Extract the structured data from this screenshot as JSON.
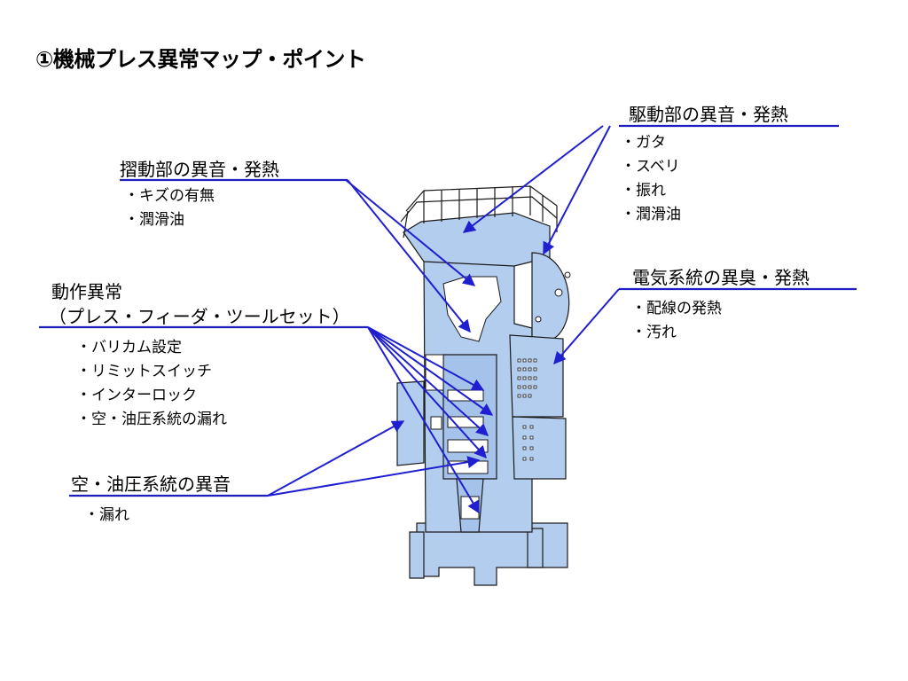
{
  "title": "①機械プレス異常マップ・ポイント",
  "callouts": {
    "drive": {
      "label": "駆動部の異音・発熱",
      "items": [
        "・ガタ",
        "・スベリ",
        "・振れ",
        "・潤滑油"
      ]
    },
    "slide": {
      "label": "摺動部の異音・発熱",
      "items": [
        "・キズの有無",
        "・潤滑油"
      ]
    },
    "electric": {
      "label": "電気系統の異臭・発熱",
      "items": [
        "・配線の発熱",
        "・汚れ"
      ]
    },
    "operation": {
      "label_line1": "動作異常",
      "label_line2": "（プレス・フィーダ・ツールセット）",
      "items": [
        "・バリカム設定",
        "・リミットスイッチ",
        "・インターロック",
        "・空・油圧系統の漏れ"
      ]
    },
    "hydraulic": {
      "label": "空・油圧系統の異音",
      "items": [
        "・漏れ"
      ]
    }
  },
  "colors": {
    "machine_fill": "#b3cdef",
    "outline": "#1a1a1a",
    "callout_line": "#1f1fbf",
    "arrow": "#1f1fcf"
  }
}
